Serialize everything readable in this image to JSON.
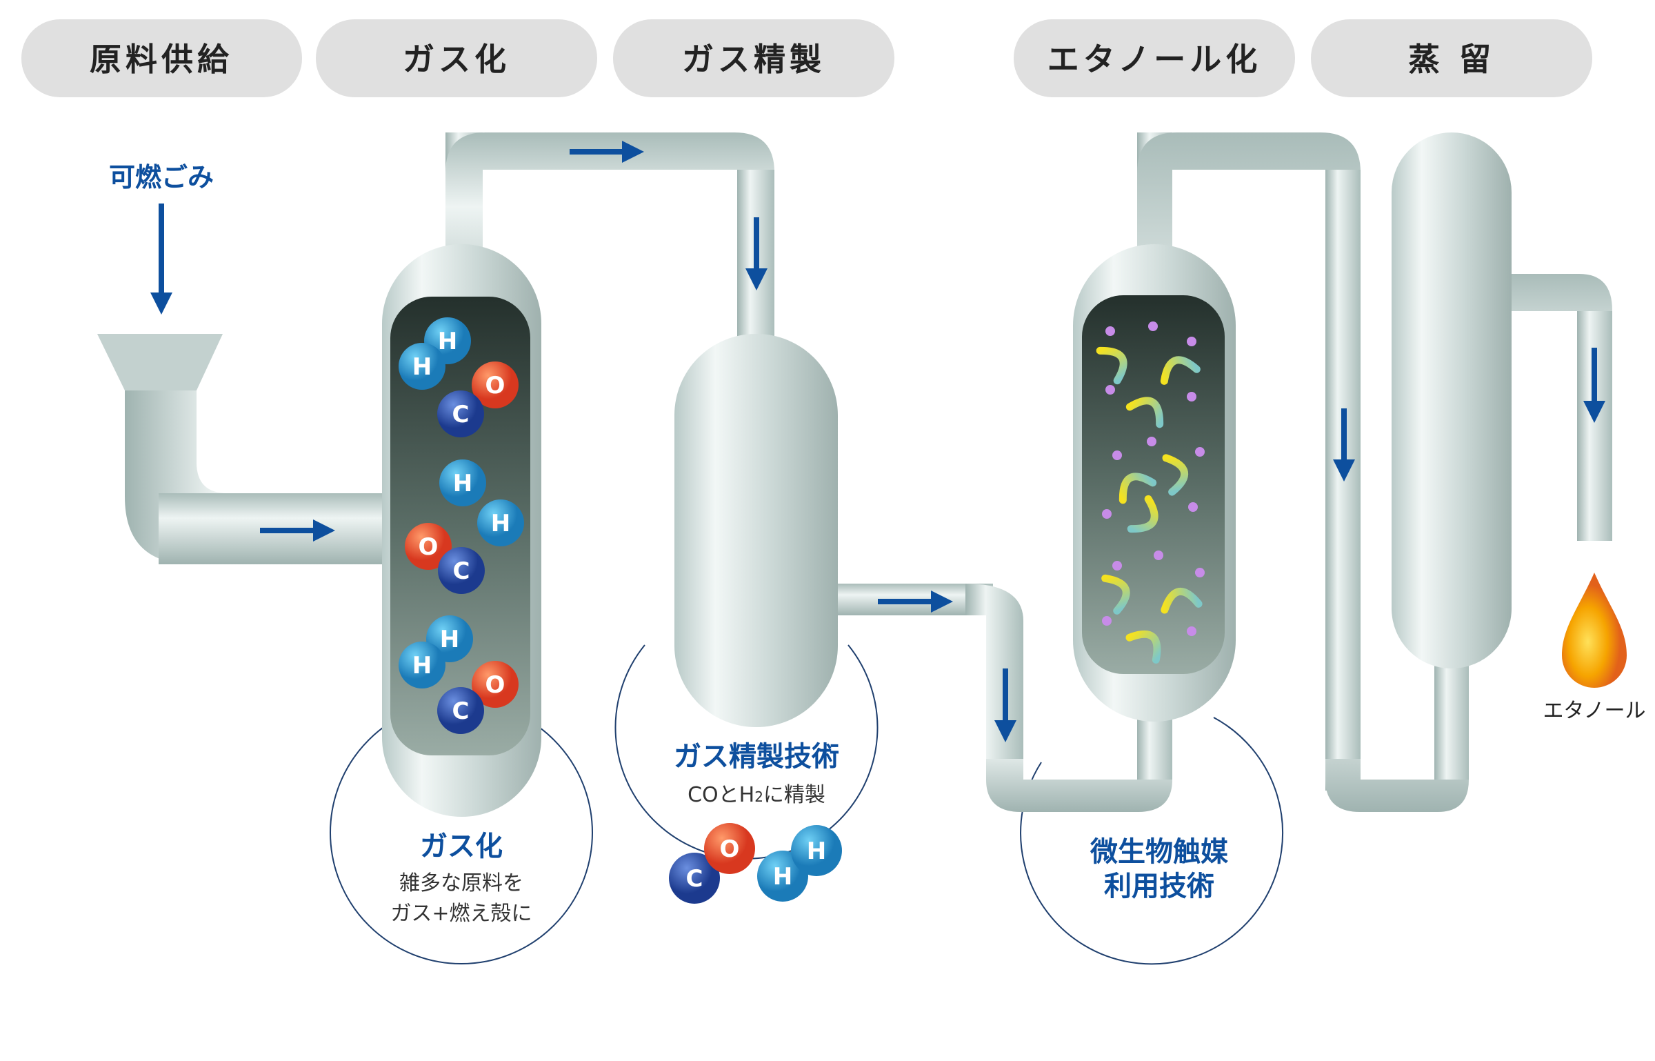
{
  "stages": [
    "原料供給",
    "ガス化",
    "ガス精製",
    "エタノール化",
    "蒸 留"
  ],
  "input_label": "可燃ごみ",
  "output_label": "エタノール",
  "gasification": {
    "title": "ガス化",
    "line1": "雑多な原料を",
    "line2": "ガス+燃え殻に"
  },
  "purification": {
    "title": "ガス精製技術",
    "desc_prefix": "COとH",
    "desc_sub": "2",
    "desc_suffix": "に精製"
  },
  "microbe": {
    "line1": "微生物触媒",
    "line2": "利用技術"
  },
  "atoms": {
    "H": "H",
    "O": "O",
    "C": "C"
  },
  "colors": {
    "arrow": "#0d4f9e",
    "pill": "#e0e0e0",
    "text_blue": "#0d4f9e"
  }
}
